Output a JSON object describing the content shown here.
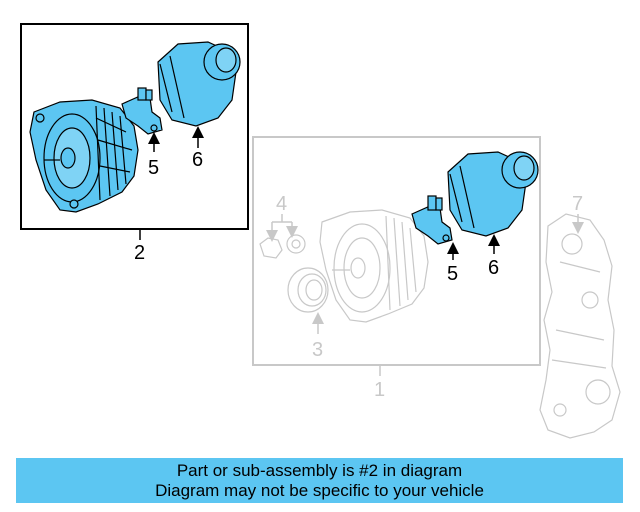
{
  "diagram": {
    "callouts": {
      "box_part_5": "5",
      "box_part_6": "6",
      "assembly_2": "2",
      "part_4": "4",
      "part_3": "3",
      "part_1": "1",
      "part_5": "5",
      "part_6": "6",
      "part_7": "7"
    },
    "colors": {
      "highlight": "#5cc6f2",
      "ghost_line": "#c8c8c8",
      "ink": "#000000"
    }
  },
  "banner": {
    "line1": "Part or sub-assembly is #2 in diagram",
    "line2": "Diagram may not be specific to your vehicle"
  }
}
